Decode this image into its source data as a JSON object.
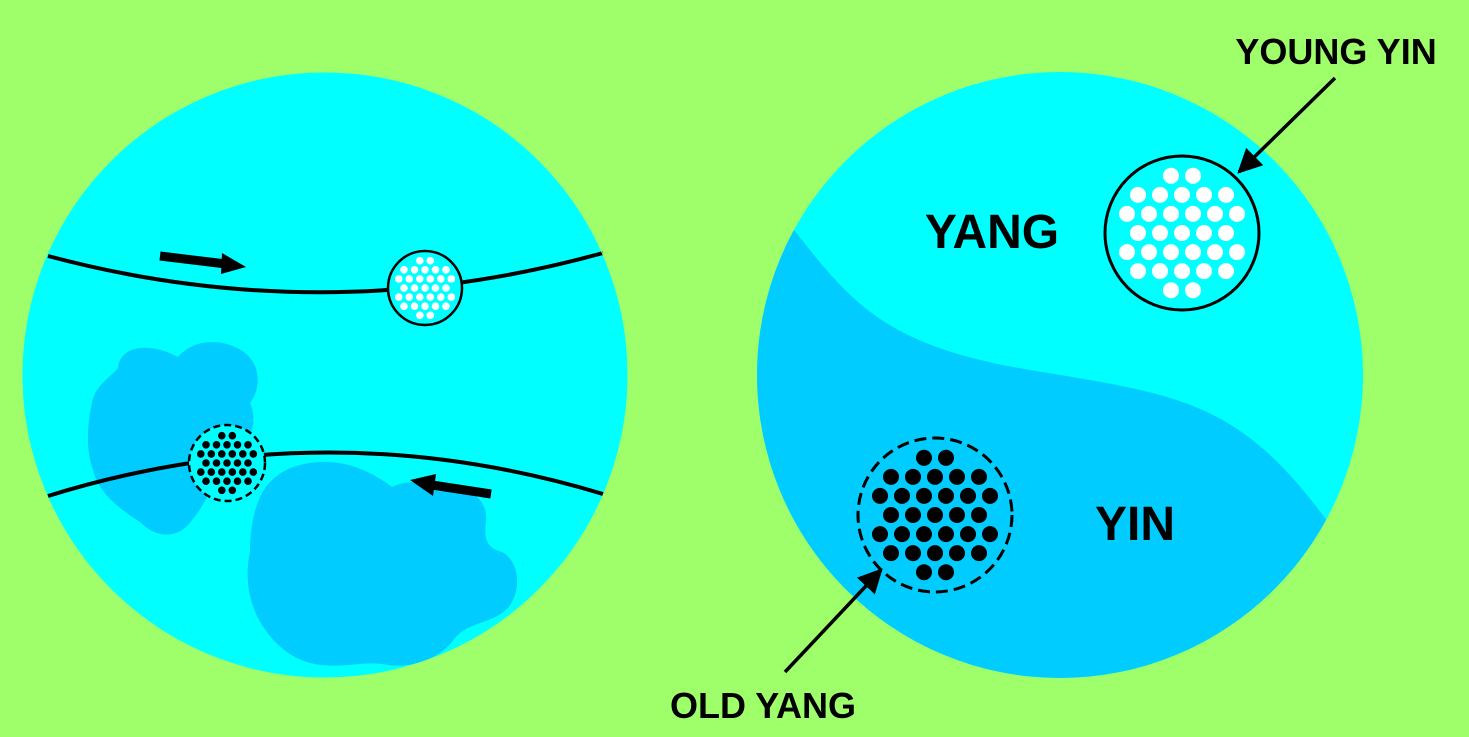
{
  "colors": {
    "background": "#9eff6b",
    "light_cyan": "#00ffff",
    "dark_cyan": "#00ccff",
    "ink": "#000000",
    "white": "#ffffff"
  },
  "labels": {
    "young_yin": "YOUNG YIN",
    "yang": "YANG",
    "yin": "YIN",
    "old_yang": "OLD YANG"
  },
  "icons": {
    "arrow_right": "arrow-right-icon",
    "arrow_left": "arrow-left-icon",
    "pointer_arrow": "pointer-arrow-icon"
  }
}
